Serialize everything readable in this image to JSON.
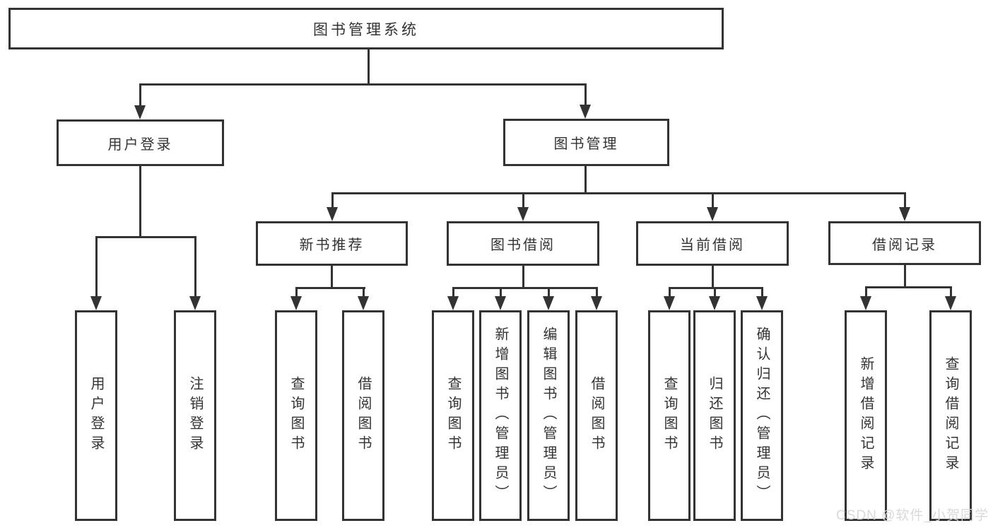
{
  "diagram": {
    "root": {
      "label": "图书管理系统"
    },
    "level1": [
      {
        "label": "用户登录"
      },
      {
        "label": "图书管理"
      }
    ],
    "level2": [
      {
        "label": "新书推荐"
      },
      {
        "label": "图书借阅"
      },
      {
        "label": "当前借阅"
      },
      {
        "label": "借阅记录"
      }
    ],
    "leaves": [
      {
        "label": "用户登录"
      },
      {
        "label": "注销登录"
      },
      {
        "label": "查询图书"
      },
      {
        "label": "借阅图书"
      },
      {
        "label": "查询图书"
      },
      {
        "label": "新增图书（管理员）"
      },
      {
        "label": "编辑图书（管理员）"
      },
      {
        "label": "借阅图书"
      },
      {
        "label": "查询图书"
      },
      {
        "label": "归还图书"
      },
      {
        "label": "确认归还（管理员）"
      },
      {
        "label": "新增借阅记录"
      },
      {
        "label": "查询借阅记录"
      }
    ],
    "colors": {
      "line": "#333333",
      "text": "#333333",
      "box_background": "#ffffff",
      "watermark": "#d7d7d7"
    }
  },
  "watermark": {
    "text": "CSDN @软件_小贺同学"
  }
}
